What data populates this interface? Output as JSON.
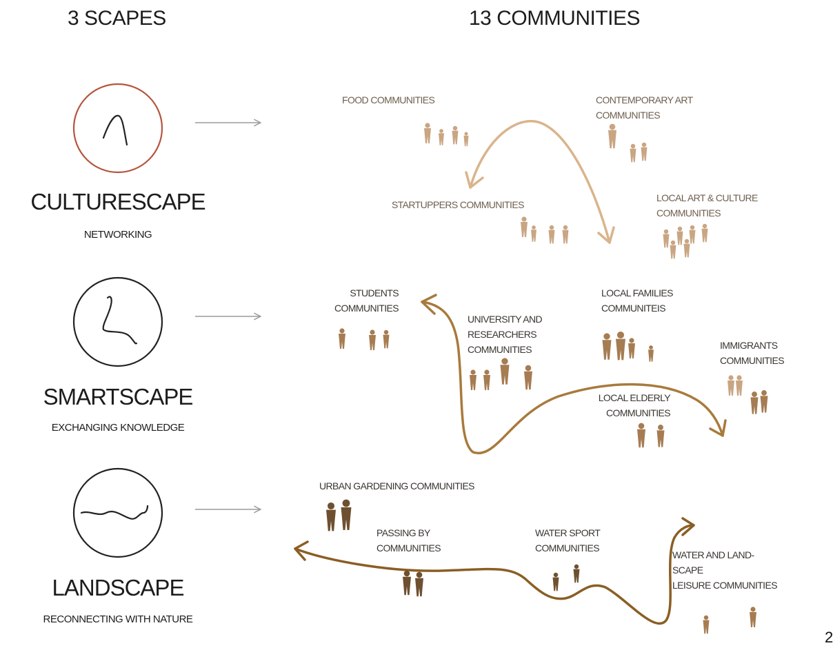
{
  "headers": {
    "left": "3 SCAPES",
    "right": "13 COMMUNITIES"
  },
  "scapes": [
    {
      "title": "CULTURESCAPE",
      "subtitle": "NETWORKING",
      "ring_color": "#b5553d"
    },
    {
      "title": "SMARTSCAPE",
      "subtitle": "EXCHANGING  KNOWLEDGE",
      "ring_color": "#222222"
    },
    {
      "title": "LANDSCAPE",
      "subtitle": "RECONNECTING WITH NATURE",
      "ring_color": "#222222"
    }
  ],
  "communities": {
    "food": "FOOD COMMUNITIES",
    "contemporary_art": "CONTEMPORARY ART\nCOMMUNITIES",
    "startuppers": "STARTUPPERS COMMUNITIES",
    "local_art": "LOCAL ART & CULTURE\nCOMMUNITIES",
    "students": "STUDENTS\nCOMMUNITIES",
    "university": "UNIVERSITY AND\nRESEARCHERS\nCOMMUNITIES",
    "local_families": "LOCAL FAMILIES\nCOMMUNITEIS",
    "immigrants": "IMMIGRANTS\nCOMMUNITIES",
    "local_elderly": "LOCAL ELDERLY\nCOMMUNITIES",
    "urban_gardening": "URBAN GARDENING COMMUNITIES",
    "passing_by": "PASSING BY\nCOMMUNITIES",
    "water_sport": "WATER SPORT\nCOMMUNITIES",
    "water_land": "WATER AND LAND-\nSCAPE\nLEISURE COMMUNITIES"
  },
  "page_number": "2",
  "colors": {
    "culture_flow": "#d9b48c",
    "smart_flow": "#a87a3c",
    "land_flow": "#8a5e24",
    "figures_light": "#c9a582",
    "figures_mid": "#a67c52",
    "figures_dark": "#6e5030"
  }
}
